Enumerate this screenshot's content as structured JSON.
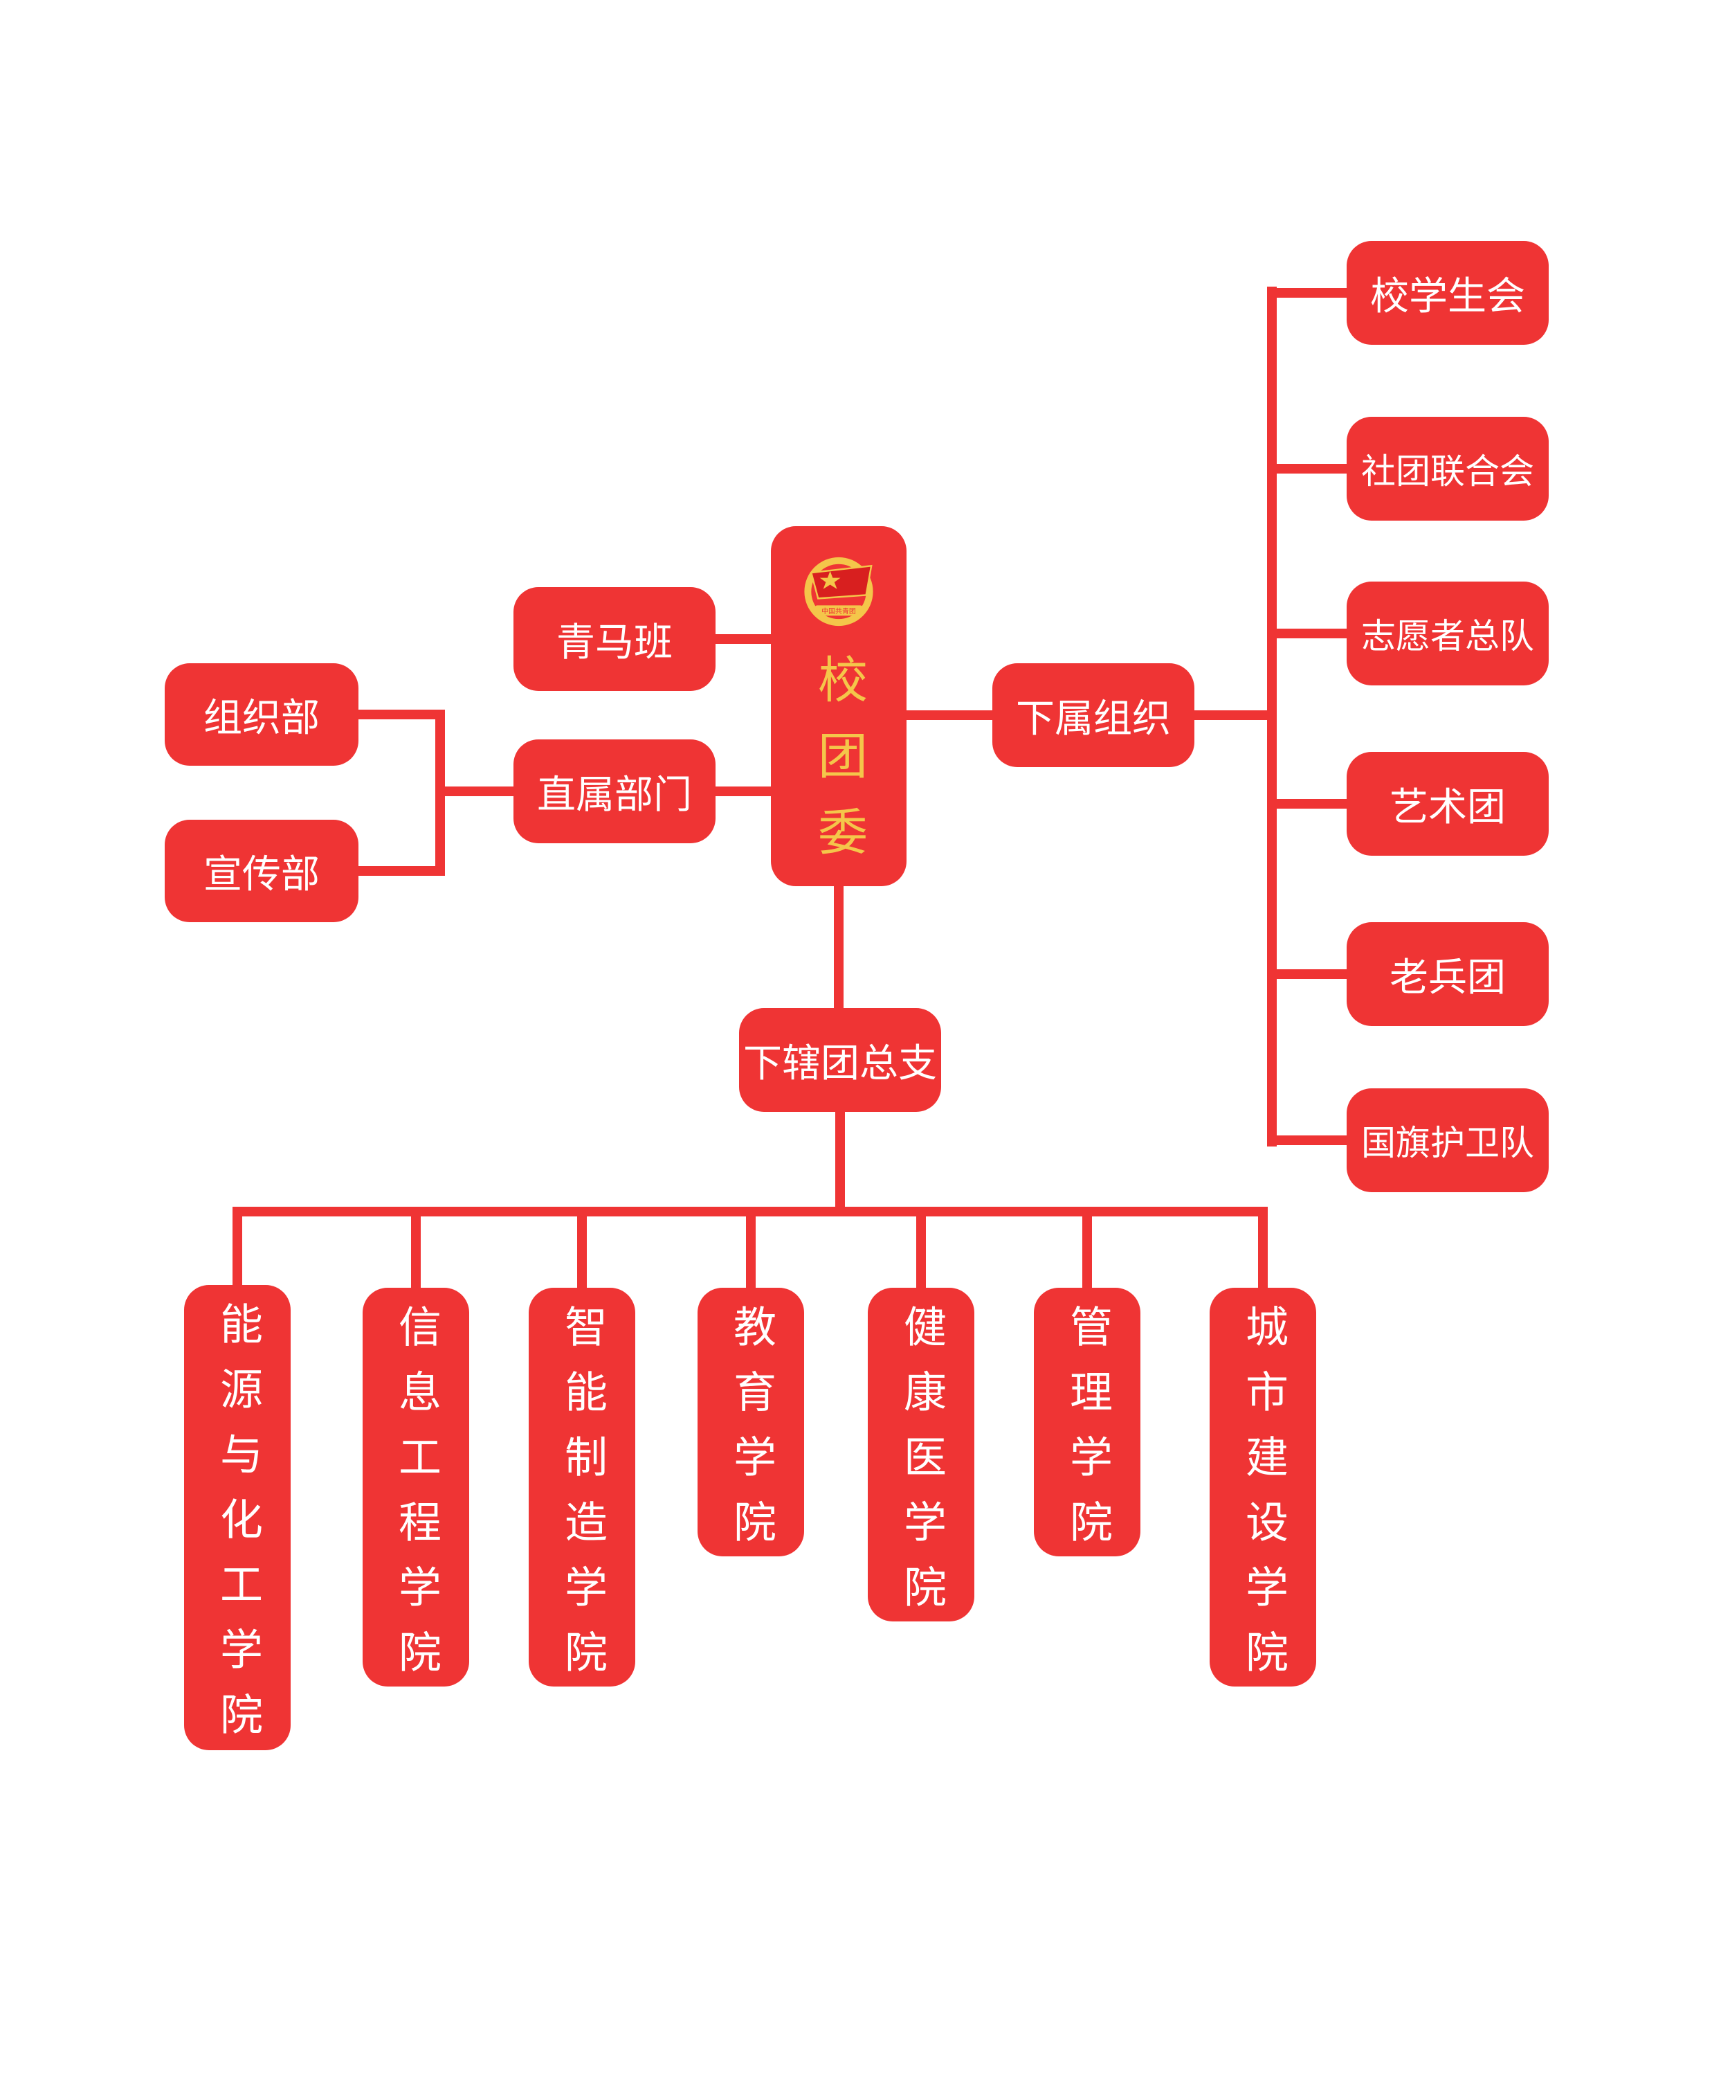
{
  "colors": {
    "node": "#ef3434",
    "line": "#ef3434",
    "node_text": "#ffffff",
    "root_text": "#f4c64a",
    "emblem_ring": "#f4c64a"
  },
  "emblem": {
    "icon": "communist-youth-league-emblem",
    "text": "中国共青团"
  },
  "root": "校团委",
  "direct_branch": "直属部门",
  "direct_children": [
    "组织部",
    "宣传部"
  ],
  "qingma": "青马班",
  "affiliated_branch": "下属组织",
  "affiliated_children": [
    "校学生会",
    "社团联合会",
    "志愿者总队",
    "艺术团",
    "老兵团",
    "国旗护卫队"
  ],
  "general_branch": "下辖团总支",
  "colleges": [
    "能源与化工学院",
    "信息工程学院",
    "智能制造学院",
    "教育学院",
    "健康医学院",
    "管理学院",
    "城市建设学院"
  ]
}
